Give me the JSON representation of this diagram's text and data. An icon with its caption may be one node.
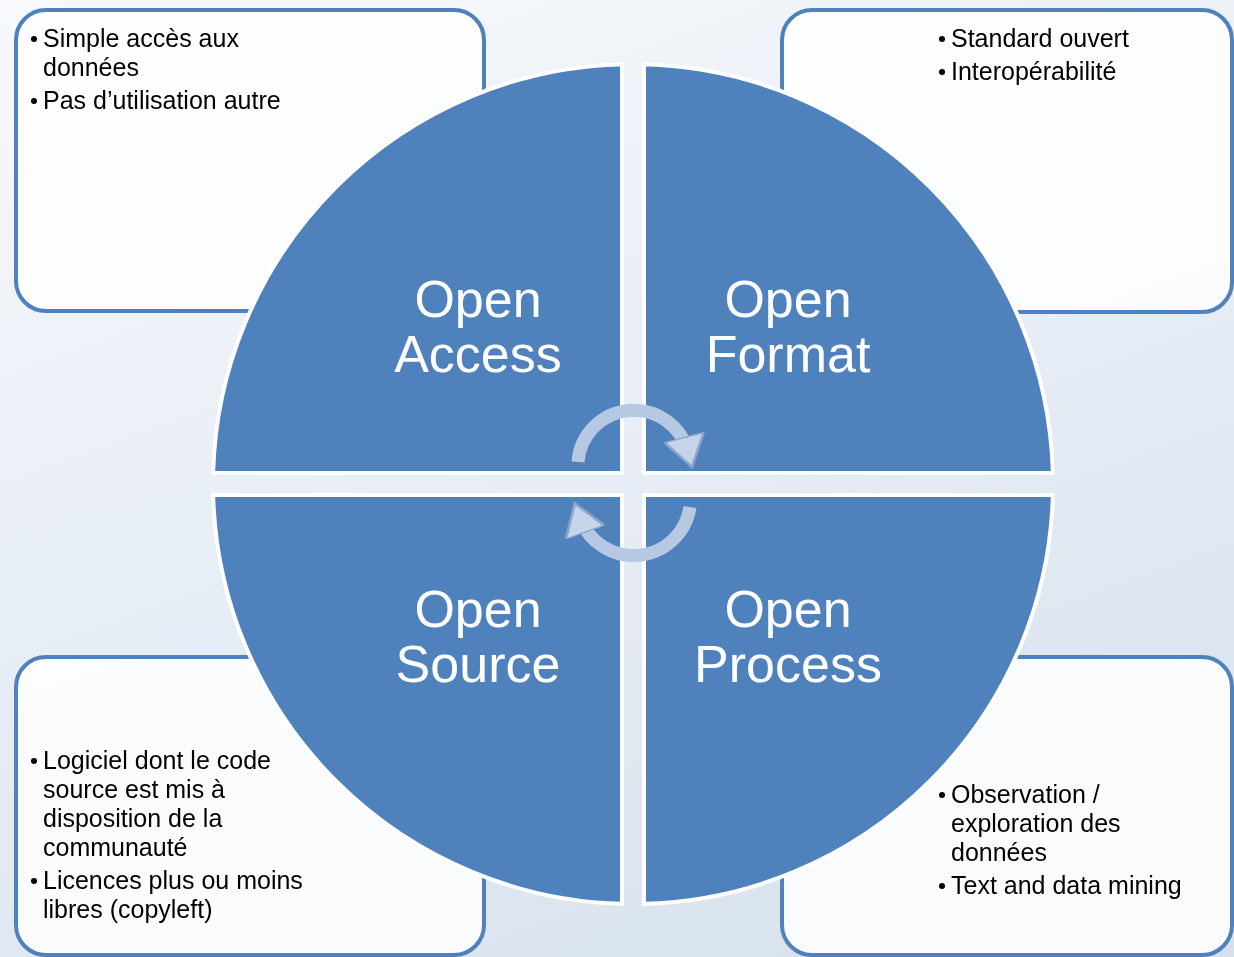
{
  "diagram": {
    "nodes": [
      {
        "text": [
          "Simple accès aux données",
          "Pas d’utilisation autre"
        ]
      },
      {
        "text": [
          "Standard ouvert",
          "Interopérabilité"
        ]
      },
      {
        "text": [
          "Logiciel dont le code source est mis à disposition de la communauté",
          "Licences plus ou moins libres (copyleft)"
        ]
      },
      {
        "text": [
          "Observation / exploration des données",
          "Text and data mining"
        ]
      },
      {
        "text": [
          "Open Access"
        ]
      },
      {
        "text": [
          "Open Format"
        ]
      },
      {
        "text": [
          "Open Source"
        ]
      },
      {
        "text": [
          "Open Process"
        ]
      }
    ],
    "edges": [
      {
        "from": 4,
        "to": 5,
        "arrow": "to"
      },
      {
        "from": 7,
        "to": 6,
        "arrow": "to"
      }
    ]
  }
}
